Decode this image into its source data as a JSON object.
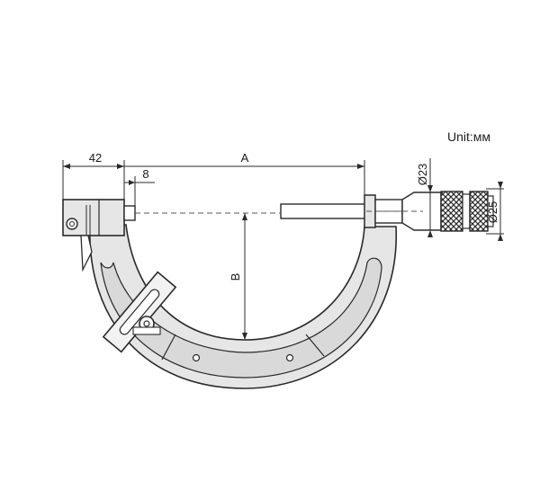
{
  "unit_label": "Unit:мм",
  "dimensions": {
    "d42": "42",
    "d8": "8",
    "dA": "A",
    "dB": "B",
    "d23": "Ø23",
    "d25": "Ø25"
  },
  "colors": {
    "body_fill": "#e6e6e6",
    "outline": "#2a2a2a",
    "knurl": "#3a3a3a",
    "background": "#ffffff"
  }
}
